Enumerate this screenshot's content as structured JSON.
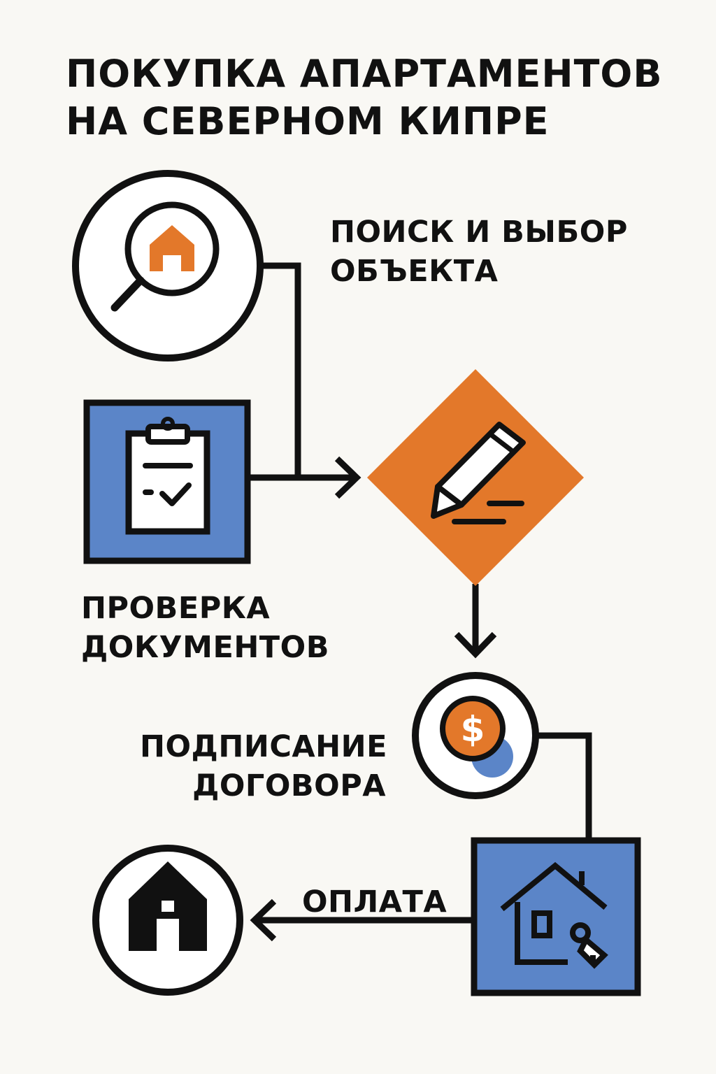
{
  "title": {
    "line1": "ПОКУПКА АПАРТАМЕНТОВ",
    "line2": "НА СЕВЕРНОМ КИПРЕ"
  },
  "steps": {
    "search": {
      "line1": "ПОИСК И ВЫБОР",
      "line2": "ОБЪЕКТА",
      "icon": "magnifier-house-icon"
    },
    "docs": {
      "line1": "ПРОВЕРКА",
      "line2": "ДОКУМЕНТОВ",
      "icon": "clipboard-check-icon"
    },
    "sign": {
      "line1": "ПОДПИСАНИЕ",
      "line2": "ДОГОВОРА",
      "icon": "pen-sign-icon"
    },
    "pay": {
      "line1": "ОПЛАТА",
      "icon": "dollar-coin-icon"
    },
    "keys": {
      "icon": "house-key-icon"
    },
    "home": {
      "icon": "home-icon"
    }
  },
  "colors": {
    "background": "#f9f8f4",
    "ink": "#111111",
    "blue": "#5b85c8",
    "orange": "#e3782a"
  }
}
